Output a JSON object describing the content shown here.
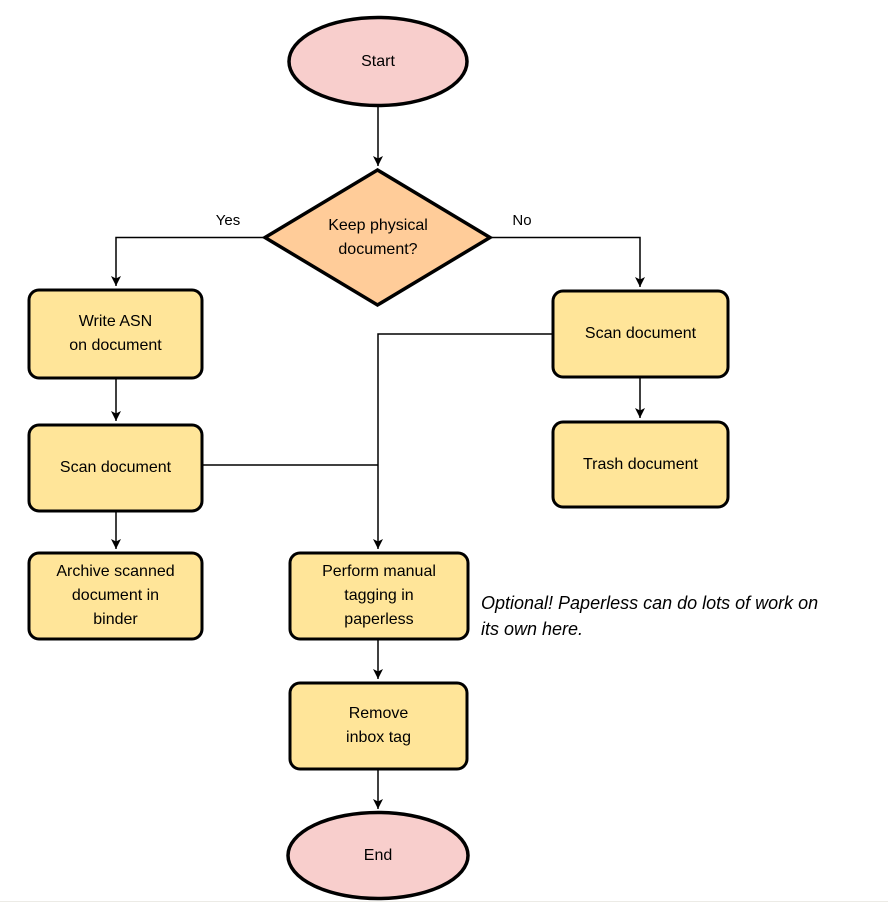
{
  "colors": {
    "terminal_fill": "#F8CECC",
    "decision_fill": "#FFCC99",
    "process_fill": "#FFE599",
    "stroke": "#000000"
  },
  "nodes": {
    "start": {
      "label": "Start"
    },
    "decision": {
      "label": "Keep physical\ndocument?"
    },
    "write_asn": {
      "label": "Write ASN\non document"
    },
    "scan_left": {
      "label": "Scan document"
    },
    "archive": {
      "label": "Archive scanned\ndocument in\nbinder"
    },
    "scan_right": {
      "label": "Scan document"
    },
    "trash": {
      "label": "Trash document"
    },
    "perform_tagging": {
      "label": "Perform manual\ntagging in\npaperless"
    },
    "remove_inbox": {
      "label": "Remove\ninbox tag"
    },
    "end": {
      "label": "End"
    }
  },
  "edge_labels": {
    "yes": "Yes",
    "no": "No"
  },
  "annotation": {
    "text": "Optional! Paperless can do lots of work on\nits own here."
  }
}
